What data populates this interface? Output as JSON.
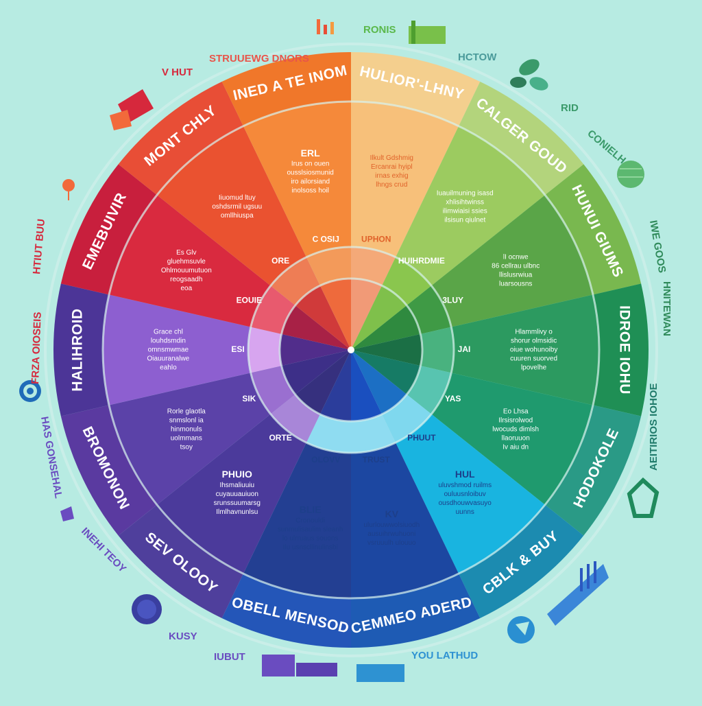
{
  "segments": [
    {
      "outer_label": "HULIOR'-LHNY",
      "title": "",
      "lines": [
        "Ilkult Gdshmig",
        "Ercanrai hyipl",
        "irnas exhig",
        "lhngs crud"
      ],
      "inner_label": "UPHON",
      "outer": "#f4cf8e",
      "mid": "#f7c07a",
      "inner": "#f4a978",
      "core": "#f19a77",
      "text_color": "#e0622a"
    },
    {
      "outer_label": "CALGER GOUD",
      "title": "",
      "lines": [
        "Iuauilmuning isasd",
        "xhlisihtwinss",
        "ilimwiaisi ssies",
        "ilsisun qiulnet"
      ],
      "inner_label": "HUIHRDMIE",
      "outer": "#b3d47c",
      "mid": "#9ccb60",
      "inner": "#8ac64e",
      "core": "#7fc04b",
      "text_color": "#ffffff"
    },
    {
      "outer_label": "HUNUI GIUMS",
      "title": "",
      "lines": [
        "lI ocnwe",
        "86 cellrau ulbnc",
        "llislusrwiua",
        "luarsousns"
      ],
      "inner_label": "3LUY",
      "outer": "#79b84f",
      "mid": "#5aa548",
      "inner": "#3f9a45",
      "core": "#2f8a3f",
      "text_color": "#ffffff"
    },
    {
      "outer_label": "IDROE IOHU",
      "title": "",
      "lines": [
        "Hlammlivy o",
        "shorur olmsidic",
        "oiue wohunoiby",
        "cuuren suorved",
        "lpovelhe"
      ],
      "inner_label": "JAI",
      "outer": "#1f8f55",
      "mid": "#2c9a60",
      "inner": "#49b27f",
      "core": "#1b6f45",
      "text_color": "#ffffff"
    },
    {
      "outer_label": "HODOKOLE",
      "title": "",
      "lines": [
        "Eo Lhsa",
        "Ilrsisrolwod",
        "lwocuds dimlsh",
        "llaoruuon",
        "Iv aiu dn"
      ],
      "inner_label": "YAS",
      "outer": "#2a9a86",
      "mid": "#1f9a6e",
      "inner": "#58c4b0",
      "core": "#167b65",
      "text_color": "#ffffff"
    },
    {
      "outer_label": "CBLK & BUY",
      "title": "HUL",
      "lines": [
        "uluvshmod ruilms",
        "ouluusnloibuv",
        "ousdhouwvasuyo",
        "uunns"
      ],
      "inner_label": "PHUUT",
      "outer": "#1c8bb0",
      "mid": "#19b4e0",
      "inner": "#7fd8ee",
      "core": "#1c6fc4",
      "text_color": "#1d3f8a"
    },
    {
      "outer_label": "CEMMEO ADERD",
      "title": "KV",
      "lines": [
        "ulurlouwwolsiuodh",
        "ausuihrwuhuoni",
        "vsruuulh ulouuo"
      ],
      "inner_label": "TRUST",
      "outer": "#1e5bb4",
      "mid": "#1c47a1",
      "inner": "#8fdcf1",
      "core": "#1a4fbf",
      "text_color": "#1d3f8a"
    },
    {
      "outer_label": "OBELL MENSOD",
      "title": "BLIE",
      "lines": [
        "Cronouldi",
        "sunmulisaulim sleanh",
        "lo ulrruaus souons",
        "Ilu usnscllinulinsbi"
      ],
      "inner_label": "OLOVV",
      "outer": "#2456b8",
      "mid": "#233f92",
      "inner": "#8fdcf1",
      "core": "#2b3d9b",
      "text_color": "#1d3f8a"
    },
    {
      "outer_label": "SEV OLOOY",
      "title": "PHUIO",
      "lines": [
        "Ihsmaliuuiu",
        "cuyauuauiuon",
        "srunssuumarsg",
        "Ilmlhavnunlsu"
      ],
      "inner_label": "ORTE",
      "outer": "#4f3f9c",
      "mid": "#4b3a9b",
      "inner": "#a886d8",
      "core": "#36307e",
      "text_color": "#ffffff"
    },
    {
      "outer_label": "BROMONON",
      "title": "",
      "lines": [
        "Rorle glaotla",
        "snmslonl ia",
        "hinmonuls",
        "uolmmans",
        "tsoy"
      ],
      "inner_label": "SIK",
      "outer": "#5a3aa0",
      "mid": "#5b42a8",
      "inner": "#9a6fd0",
      "core": "#3d2f88",
      "text_color": "#ffffff"
    },
    {
      "outer_label": "HALIHROID",
      "title": "",
      "lines": [
        "Grace chl",
        "louhdsmdin",
        "omnsmwmae",
        "Oiauuranalwe",
        "eahlo"
      ],
      "inner_label": "ESI",
      "outer": "#4c3597",
      "mid": "#8d5fd0",
      "inner": "#d7a5ef",
      "core": "#512d8b",
      "text_color": "#ffffff"
    },
    {
      "outer_label": "EMEBUIVIR",
      "title": "",
      "lines": [
        "Es Glv",
        "gluehmsuvle",
        "Ohlmouumutuon",
        "reogsaadh",
        "eoa"
      ],
      "inner_label": "EOUIE",
      "outer": "#c81f3d",
      "mid": "#d92a3f",
      "inner": "#e85a6e",
      "core": "#a82146",
      "text_color": "#ffffff"
    },
    {
      "outer_label": "MONT CHLY",
      "title": "",
      "lines": [
        "Iiuomud ltuy",
        "oshdsrmil ugsuu",
        "omllhiuspa"
      ],
      "inner_label": "ORE",
      "outer": "#e84e36",
      "mid": "#ea5230",
      "inner": "#ee7d55",
      "core": "#d03a3a",
      "text_color": "#ffffff"
    },
    {
      "outer_label": "INED A TE INOM",
      "title": "ERL",
      "lines": [
        "Irus on ouen",
        "ousslsiosmunid",
        "iro ailorsiand",
        "inolsoss hoil"
      ],
      "inner_label": "C OSIJ",
      "outer": "#f0772a",
      "mid": "#f5893a",
      "inner": "#f39a5a",
      "core": "#ee6a3c",
      "text_color": "#ffffff"
    }
  ],
  "side_labels": {
    "top_left_1": "STRUUEWG DNORS",
    "top_left_2": "V HUT",
    "top_right_1": "RONIS",
    "top_right_2": "HCTOW",
    "right_1": "RID",
    "right_2": "CONIELH",
    "right_3": "IWE GOOS",
    "right_4": "HNITEWAN",
    "right_5": "AEITIRIOS IOHOE",
    "left_1": "HTIUT BUU",
    "left_2": "FRZA OIOSEIS",
    "left_3": "HAS GONSEHAL",
    "bottom_left_1": "INEHI TEOY",
    "bottom_left_2": "KUSY",
    "bottom_1": "IUBUT",
    "bottom_2": "YOU LATHUD"
  },
  "colors": {
    "background": "#b7ebe2",
    "ring_line": "#d9f2ee",
    "hub": "#ffffff"
  }
}
